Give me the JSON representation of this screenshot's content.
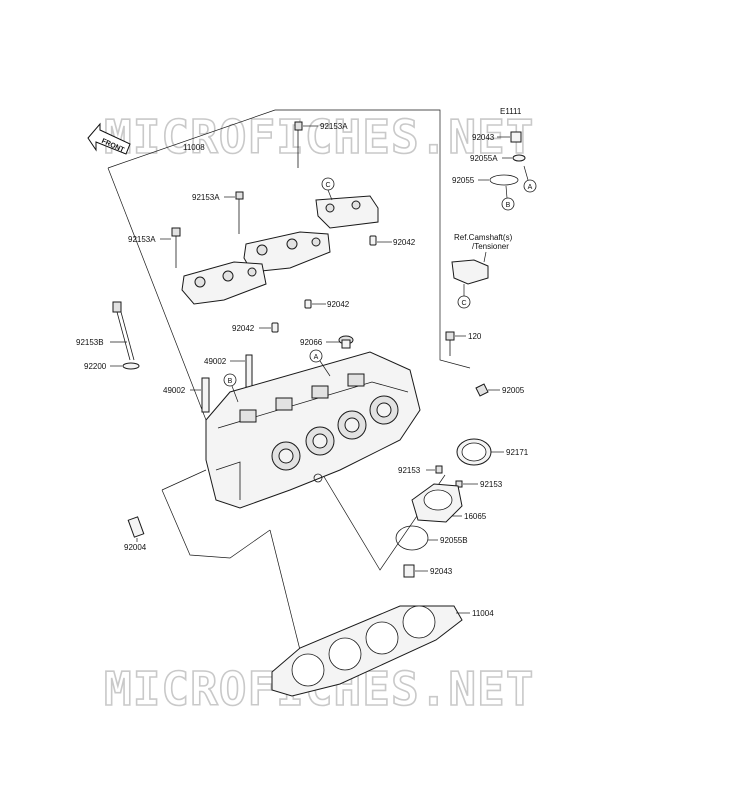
{
  "diagram_code": "E1111",
  "front_arrow_label": "FRONT",
  "watermark_text": "MICROFICHES.NET",
  "reference_note": "Ref.Camshaft(s)\n/Tensioner",
  "callouts": [
    "A",
    "B",
    "C"
  ],
  "parts": [
    {
      "id": "p11008",
      "number": "11008"
    },
    {
      "id": "p92153A_top",
      "number": "92153A"
    },
    {
      "id": "p92153A_mid",
      "number": "92153A"
    },
    {
      "id": "p92153A_left",
      "number": "92153A"
    },
    {
      "id": "p92042_a",
      "number": "92042"
    },
    {
      "id": "p92042_b",
      "number": "92042"
    },
    {
      "id": "p92042_c",
      "number": "92042"
    },
    {
      "id": "p92043_top",
      "number": "92043"
    },
    {
      "id": "p92055A",
      "number": "92055A"
    },
    {
      "id": "p92055",
      "number": "92055"
    },
    {
      "id": "p92153B",
      "number": "92153B"
    },
    {
      "id": "p92200",
      "number": "92200"
    },
    {
      "id": "p49002_a",
      "number": "49002"
    },
    {
      "id": "p49002_b",
      "number": "49002"
    },
    {
      "id": "p92066",
      "number": "92066"
    },
    {
      "id": "p120",
      "number": "120"
    },
    {
      "id": "p92005",
      "number": "92005"
    },
    {
      "id": "p92171",
      "number": "92171"
    },
    {
      "id": "p92153_a",
      "number": "92153"
    },
    {
      "id": "p92153_b",
      "number": "92153"
    },
    {
      "id": "p16065",
      "number": "16065"
    },
    {
      "id": "p92055B",
      "number": "92055B"
    },
    {
      "id": "p92043_low",
      "number": "92043"
    },
    {
      "id": "p11004",
      "number": "11004"
    },
    {
      "id": "p92004",
      "number": "92004"
    }
  ]
}
